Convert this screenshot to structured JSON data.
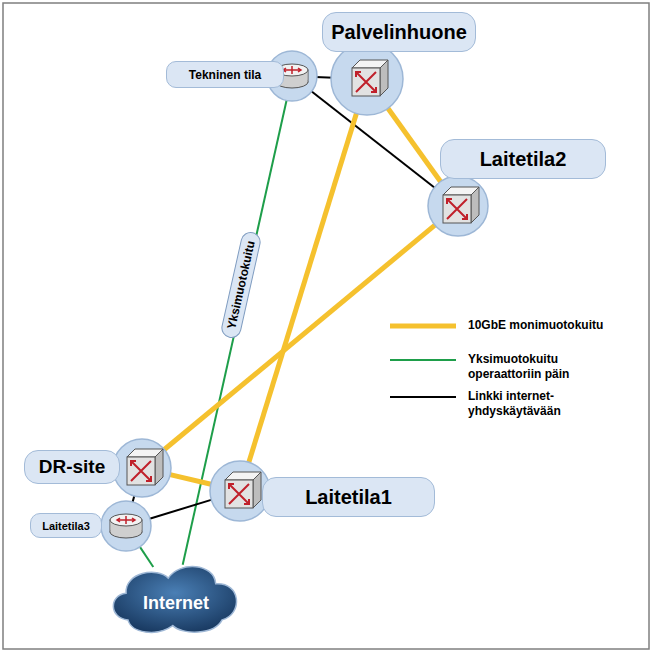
{
  "diagram": {
    "nodes": [
      {
        "text": [
          "Tekninen tila"
        ]
      },
      {
        "text": [
          "Palvelinhuone"
        ]
      },
      {
        "text": [
          "Laitetila2"
        ]
      },
      {
        "text": [
          "DR-site"
        ]
      },
      {
        "text": [
          "Laitetila1"
        ]
      },
      {
        "text": [
          "Laitetila3"
        ]
      },
      {
        "text": [
          "Internet"
        ]
      }
    ],
    "edges": [
      {
        "from": 0,
        "to": 1,
        "arrow": "none"
      },
      {
        "from": 0,
        "to": 2,
        "arrow": "none"
      },
      {
        "from": 0,
        "to": 6,
        "label": "Yksimuotokuitu",
        "arrow": "none"
      },
      {
        "from": 1,
        "to": 2,
        "arrow": "none"
      },
      {
        "from": 1,
        "to": 4,
        "arrow": "none"
      },
      {
        "from": 2,
        "to": 3,
        "arrow": "none"
      },
      {
        "from": 3,
        "to": 4,
        "arrow": "none"
      },
      {
        "from": 5,
        "to": 4,
        "arrow": "none"
      },
      {
        "from": 5,
        "to": 3,
        "arrow": "none"
      },
      {
        "from": 5,
        "to": 6,
        "arrow": "none"
      }
    ],
    "legend": [
      {
        "text": "10GbE monimuotokuitu",
        "color": "#f5c12e"
      },
      {
        "text": "Yksimuotokuitu operaattoriin päin",
        "color": "#1e9e4a"
      },
      {
        "text": "Linkki internet-yhdyskäytävään",
        "color": "#000000"
      }
    ]
  }
}
